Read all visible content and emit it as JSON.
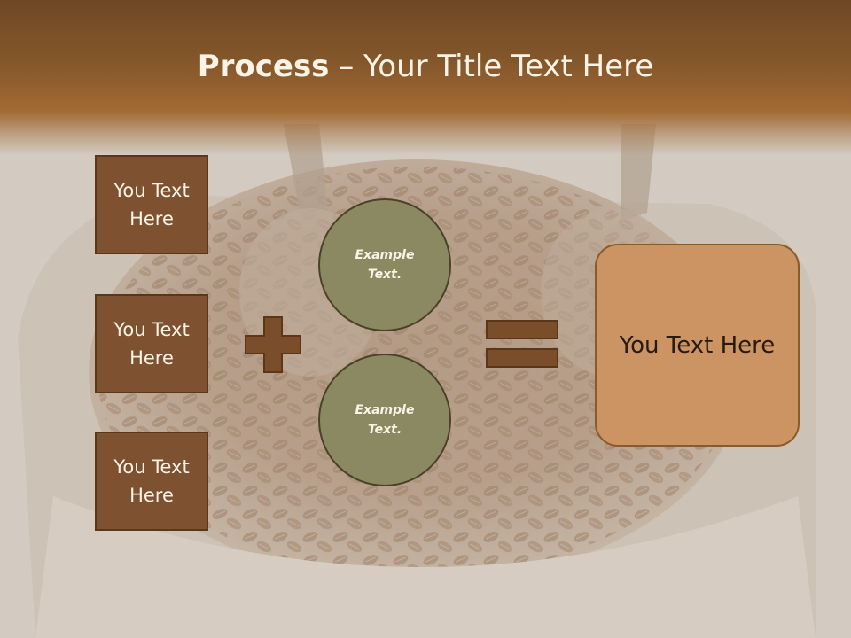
{
  "title": {
    "bold": "Process",
    "rest": " – Your Title Text Here"
  },
  "boxes": [
    {
      "label": "You Text Here"
    },
    {
      "label": "You Text Here"
    },
    {
      "label": "You Text Here"
    }
  ],
  "circles": [
    {
      "label": "Example Text."
    },
    {
      "label": "Example Text."
    }
  ],
  "result": {
    "label": "You Text Here"
  },
  "colors": {
    "header": "#7a4f27",
    "box_fill": "#7e5130",
    "circle_fill": "#8a8962",
    "result_fill": "#cb9462",
    "symbol": "#7a4d2b"
  }
}
